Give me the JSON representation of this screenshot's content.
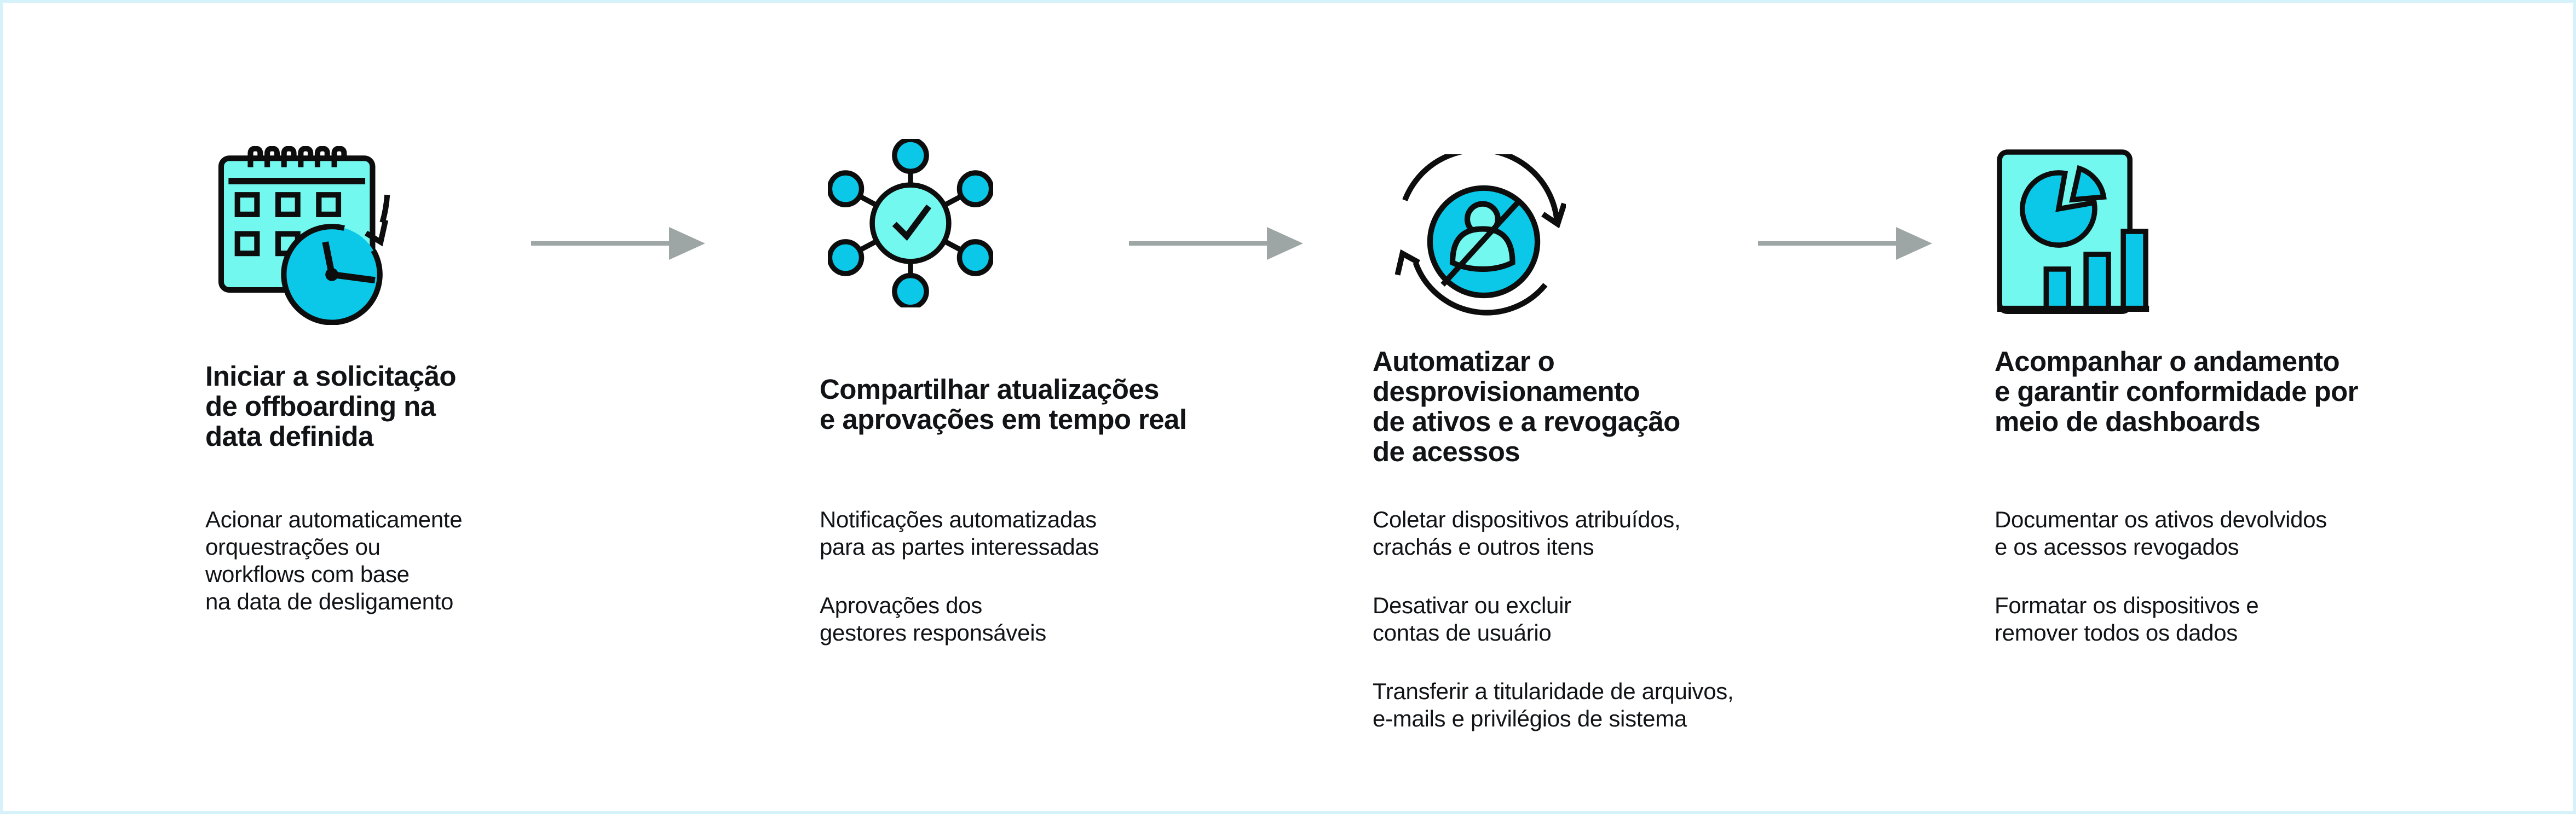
{
  "colors": {
    "light": "#73f8f0",
    "dark": "#0bc8e8",
    "ink": "#0d0d0d",
    "arrow": "#9ea5a5",
    "border": "#d5f2fa",
    "text": "#111316",
    "bg": "#ffffff"
  },
  "flow": {
    "arrow_count": 3,
    "arrow_direction": "right"
  },
  "steps": [
    {
      "icon": "calendar-clock-icon",
      "title_lines": [
        "Iniciar a solicitação",
        "de offboarding na",
        "data definida"
      ],
      "paragraphs": [
        [
          "Acionar automaticamente",
          "orquestrações ou",
          "workflows com base",
          "na data de desligamento"
        ]
      ]
    },
    {
      "icon": "share-network-check-icon",
      "title_lines": [
        "Compartilhar atualizações",
        "e aprovações em tempo real"
      ],
      "paragraphs": [
        [
          "Notificações automatizadas",
          "para as partes interessadas"
        ],
        [
          "Aprovações dos",
          "gestores responsáveis"
        ]
      ]
    },
    {
      "icon": "deprovision-user-sync-icon",
      "title_lines": [
        "Automatizar o",
        "desprovisionamento",
        "de ativos e a revogação",
        "de acessos"
      ],
      "paragraphs": [
        [
          "Coletar dispositivos atribuídos,",
          "crachás e outros itens"
        ],
        [
          "Desativar ou excluir",
          "contas de usuário"
        ],
        [
          "Transferir a titularidade de arquivos,",
          "e-mails e privilégios de sistema"
        ]
      ]
    },
    {
      "icon": "dashboard-report-icon",
      "title_lines": [
        "Acompanhar o andamento",
        "e garantir conformidade por",
        "meio de dashboards"
      ],
      "paragraphs": [
        [
          "Documentar os ativos devolvidos",
          "e os acessos revogados"
        ],
        [
          "Formatar os dispositivos e",
          "remover todos os dados"
        ]
      ]
    }
  ]
}
